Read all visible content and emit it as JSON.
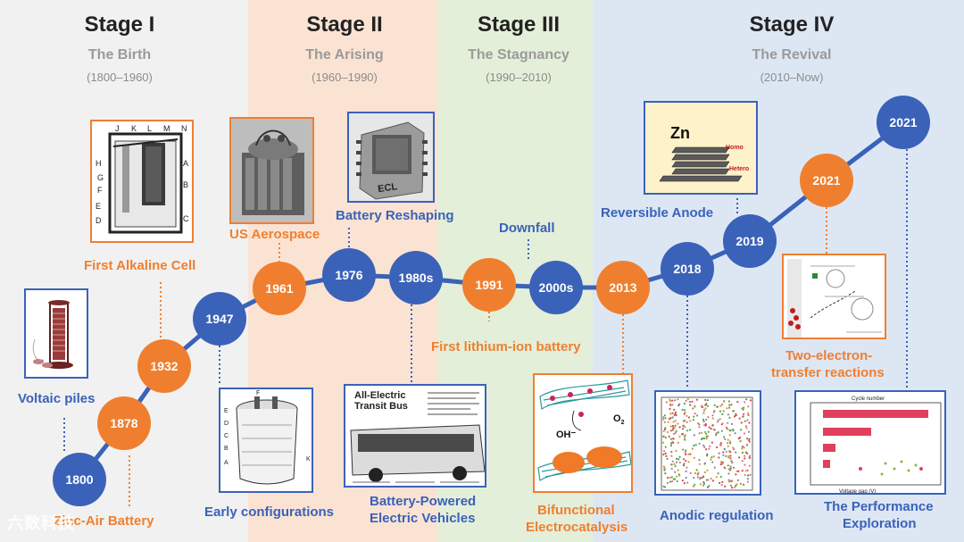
{
  "stages": [
    {
      "title": "Stage I",
      "subtitle": "The Birth",
      "years": "(1800–1960)",
      "band_color": "#f1f1f1"
    },
    {
      "title": "Stage II",
      "subtitle": "The Arising",
      "years": "(1960–1990)",
      "band_color": "#fbe3d3"
    },
    {
      "title": "Stage III",
      "subtitle": "The Stagnancy",
      "years": "(1990–2010)",
      "band_color": "#e4efd9"
    },
    {
      "title": "Stage IV",
      "subtitle": "The Revival",
      "years": "(2010–Now)",
      "band_color": "#dde7f4"
    }
  ],
  "nodes": [
    {
      "year": "1800",
      "color": "blue"
    },
    {
      "year": "1878",
      "color": "orange"
    },
    {
      "year": "1932",
      "color": "orange"
    },
    {
      "year": "1947",
      "color": "blue"
    },
    {
      "year": "1961",
      "color": "orange"
    },
    {
      "year": "1976",
      "color": "blue"
    },
    {
      "year": "1980s",
      "color": "blue"
    },
    {
      "year": "1991",
      "color": "orange"
    },
    {
      "year": "2000s",
      "color": "blue"
    },
    {
      "year": "2013",
      "color": "orange"
    },
    {
      "year": "2018",
      "color": "blue"
    },
    {
      "year": "2019",
      "color": "blue"
    },
    {
      "year": "2021",
      "color": "orange"
    },
    {
      "year": "2021",
      "color": "blue"
    }
  ],
  "labels": {
    "voltaic_piles": "Voltaic piles",
    "zinc_air_battery": "Zinc-Air Battery",
    "first_alkaline_cell": "First Alkaline Cell",
    "early_configurations": "Early configurations",
    "us_aerospace": "US Aerospace",
    "battery_reshaping": "Battery Reshaping",
    "battery_powered_ev_1": "Battery-Powered",
    "battery_powered_ev_2": "Electric Vehicles",
    "first_lithium_ion": "First lithium-ion battery",
    "downfall": "Downfall",
    "bifunctional_1": "Bifunctional",
    "bifunctional_2": "Electrocatalysis",
    "reversible_anode": "Reversible Anode",
    "anodic_regulation": "Anodic regulation",
    "two_electron_1": "Two-electron-",
    "two_electron_2": "transfer reactions",
    "performance_1": "The Performance",
    "performance_2": "Exploration"
  },
  "image_texts": {
    "alkaline_letters_top": [
      "J",
      "K",
      "L",
      "M",
      "N"
    ],
    "alkaline_letters_left": [
      "H",
      "G",
      "F",
      "E",
      "D"
    ],
    "alkaline_letters_right": [
      "A",
      "B",
      "C"
    ],
    "ecl": "ECL",
    "bus_title_1": "All-Electric",
    "bus_title_2": "Transit Bus",
    "oh_label": "OH⁻",
    "o2_label": "O",
    "o2_sub": "2",
    "zn_label": "Zn",
    "homo": "Homo",
    "hetero": "Hetero",
    "cycle_number": "Cycle number",
    "voltage_gap": "Voltage gap (V)"
  },
  "colors": {
    "blue": "#3a62b9",
    "orange": "#ef7f2f",
    "line": "#3a62b9"
  },
  "watermark": "六数科技"
}
